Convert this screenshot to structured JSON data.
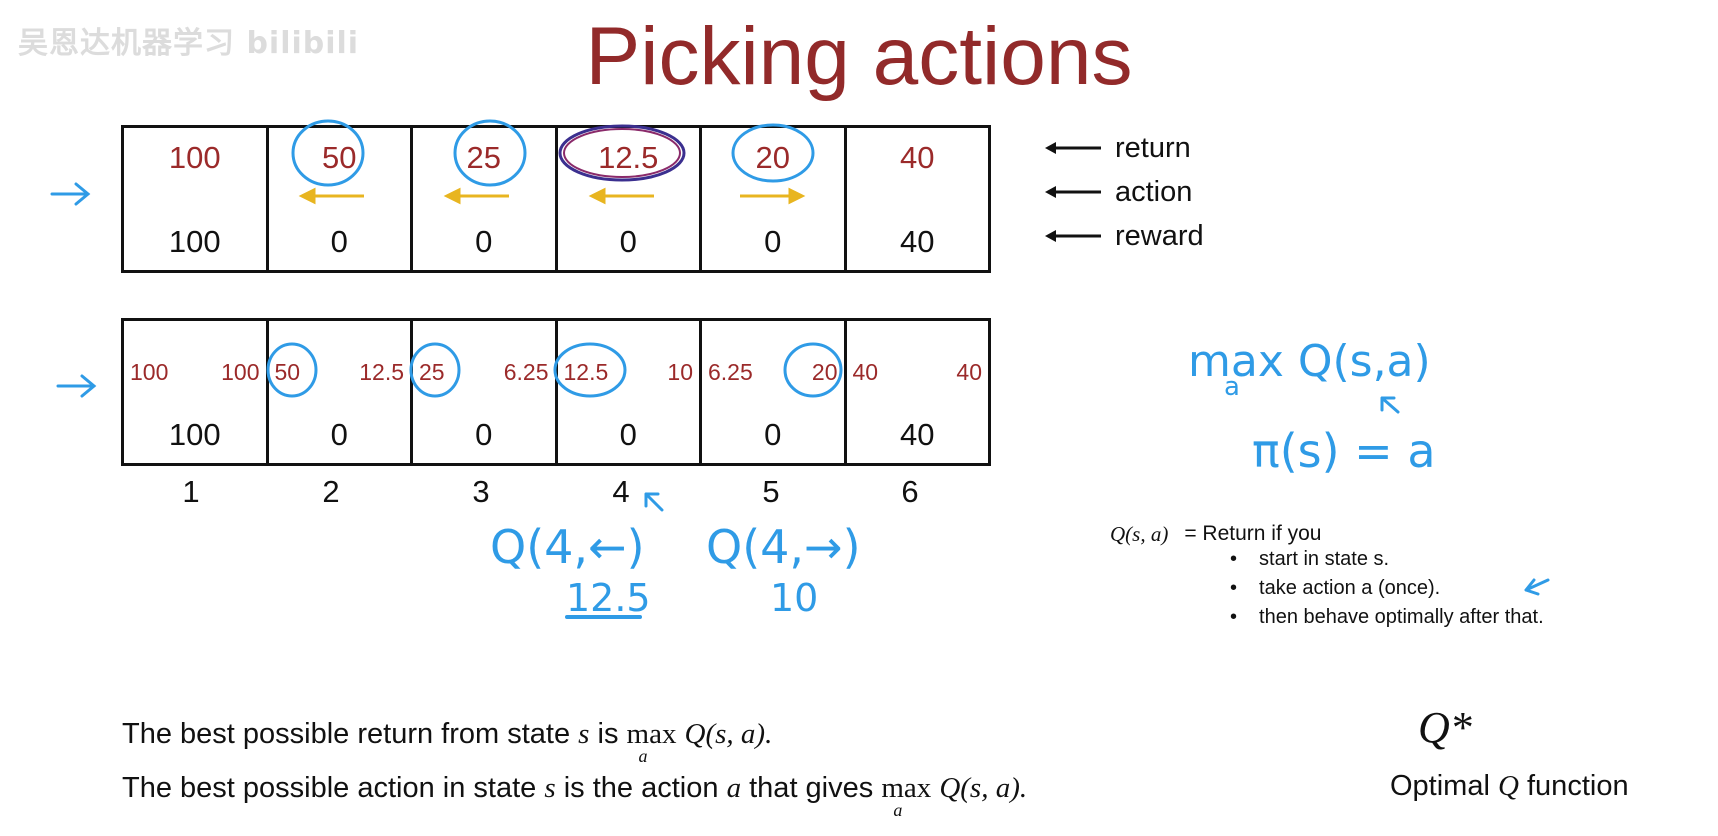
{
  "watermark": "吴恩达机器学习 bilibili",
  "title": "Picking actions",
  "top_grid": {
    "returns": [
      "100",
      "50",
      "25",
      "12.5",
      "20",
      "40"
    ],
    "actions": [
      "",
      "left",
      "left",
      "left",
      "right",
      ""
    ],
    "rewards": [
      "100",
      "0",
      "0",
      "0",
      "0",
      "40"
    ],
    "circled": [
      false,
      true,
      true,
      true,
      true,
      false
    ]
  },
  "row_labels": {
    "return": "return",
    "action": "action",
    "reward": "reward"
  },
  "bottom_grid": {
    "q_left": [
      "100",
      "50",
      "25",
      "12.5",
      "6.25",
      "40"
    ],
    "q_right": [
      "100",
      "12.5",
      "6.25",
      "10",
      "20",
      "40"
    ],
    "rewards": [
      "100",
      "0",
      "0",
      "0",
      "0",
      "40"
    ],
    "state_numbers": [
      "1",
      "2",
      "3",
      "4",
      "5",
      "6"
    ]
  },
  "handwritten": {
    "q4_left": "Q(4,←)",
    "q4_left_value": "12.5",
    "q4_right": "Q(4,→)",
    "q4_right_value": "10",
    "max_q": "max Q(s,a)",
    "max_sub": "a",
    "policy": "π(s) = a"
  },
  "definition": {
    "lhs": "Q(s, a)",
    "rhs": "= Return if you",
    "bullets": [
      "start in state s.",
      "take action a (once).",
      "then behave optimally after that."
    ]
  },
  "statements": {
    "line1_prefix": "The best possible return from state",
    "line1_var": "s",
    "line1_mid": "is",
    "line1_expr": "Q(s, a).",
    "line2_prefix": "The best possible action in state",
    "line2_var": "s",
    "line2_mid": "is the action",
    "line2_var2": "a",
    "line2_mid2": "that gives",
    "line2_expr": "Q(s, a).",
    "max_word": "max",
    "max_sub": "a"
  },
  "q_star": "Q*",
  "optimal_prefix": "Optimal",
  "optimal_var": "Q",
  "optimal_suffix": "function",
  "colors": {
    "title": "#922a2a",
    "values": "#9b2a2a",
    "ink": "#2f9be6",
    "arrow": "#e8b520"
  }
}
